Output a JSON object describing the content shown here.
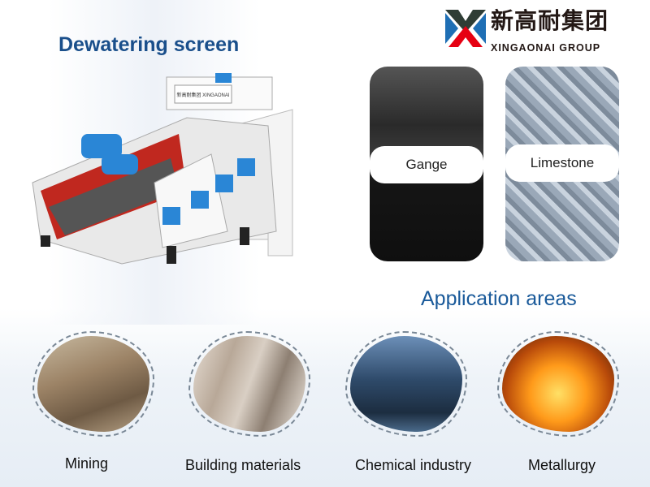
{
  "title": "Dewatering screen",
  "logo": {
    "chinese": "新高耐集团",
    "english": "XINGAONAI GROUP"
  },
  "machine": {
    "plate_text": "新高耐集团 XINGAONAI"
  },
  "materials": [
    {
      "label": "Gange"
    },
    {
      "label": "Limestone"
    }
  ],
  "application_title": "Application areas",
  "areas": [
    {
      "label": "Mining"
    },
    {
      "label": "Building materials"
    },
    {
      "label": "Chemical industry"
    },
    {
      "label": "Metallurgy"
    }
  ],
  "colors": {
    "title": "#1a4f8b",
    "logo_red": "#e60012",
    "logo_blue": "#1f6fb5",
    "machine_red": "#c0281f",
    "motor_blue": "#2a86d6"
  }
}
